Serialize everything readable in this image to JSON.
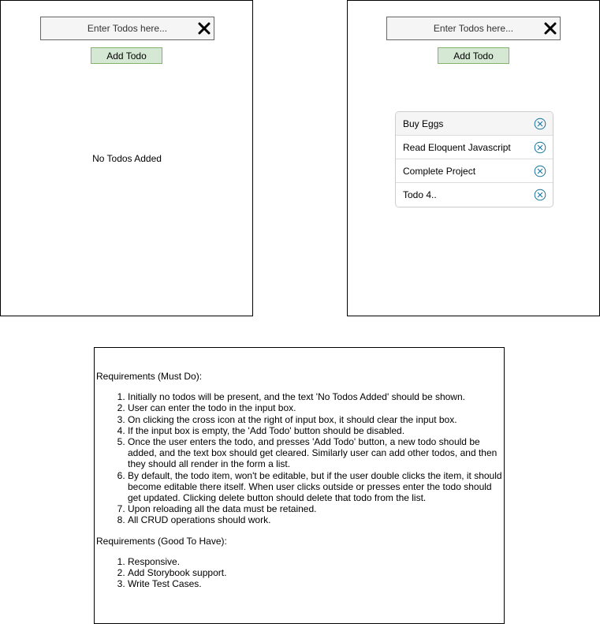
{
  "mock_empty": {
    "input_placeholder": "Enter Todos here...",
    "add_button": "Add Todo",
    "empty_message": "No Todos Added"
  },
  "mock_list": {
    "input_placeholder": "Enter Todos here...",
    "add_button": "Add Todo",
    "todos": [
      "Buy Eggs",
      "Read Eloquent Javascript",
      "Complete Project",
      "Todo 4.."
    ]
  },
  "requirements": {
    "must_heading": "Requirements (Must Do):",
    "must_items": [
      "Initially no todos will be present, and the text 'No Todos Added' should be shown.",
      "User can enter the todo in the input box.",
      "On clicking the cross icon at the right of input box, it should clear the input box.",
      "If the input box is empty, the 'Add Todo' button should be disabled.",
      "Once the user enters the todo, and presses 'Add Todo' button, a new todo should be added, and the text box should get cleared. Similarly user can add other todos, and then they should all render in the form a list.",
      "By default, the todo item, won't be editable, but if the user double clicks the item, it should become editable there itself. When user clicks outside or presses enter the todo should get updated. Clicking delete button should delete that todo from the list.",
      "Upon reloading all the data must be retained.",
      "All CRUD operations should work."
    ],
    "good_heading": "Requirements (Good To Have):",
    "good_items": [
      "Responsive.",
      "Add Storybook support.",
      "Write Test Cases."
    ]
  },
  "colors": {
    "button_fill": "#d5e8d4",
    "button_border": "#82b366",
    "input_fill": "#f5f5f5",
    "delete_icon": "#10739e"
  }
}
